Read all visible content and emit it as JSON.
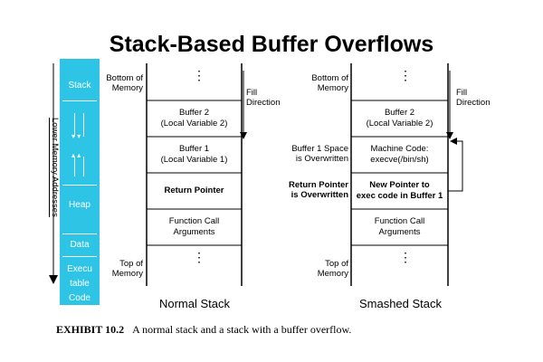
{
  "title": "Stack-Based Buffer Overflows",
  "memory_map": {
    "segments": [
      "Stack",
      "Heap",
      "Data",
      "Executable Code"
    ],
    "exec_lines": [
      "Execu",
      "table",
      "Code"
    ],
    "side_label": "Lower Memory Addresses"
  },
  "normal_stack": {
    "caption": "Normal Stack",
    "bottom_label": [
      "Bottom of",
      "Memory"
    ],
    "top_label": [
      "Top of",
      "Memory"
    ],
    "fill_direction": [
      "Fill",
      "Direction"
    ],
    "cells": [
      {
        "lines": [
          "Buffer 2",
          "(Local Variable 2)"
        ],
        "bold": false
      },
      {
        "lines": [
          "Buffer 1",
          "(Local Variable 1)"
        ],
        "bold": false
      },
      {
        "lines": [
          "Return Pointer"
        ],
        "bold": true
      },
      {
        "lines": [
          "Function Call",
          "Arguments"
        ],
        "bold": false
      }
    ],
    "dots": "⋮"
  },
  "smashed_stack": {
    "caption": "Smashed Stack",
    "bottom_label": [
      "Bottom of",
      "Memory"
    ],
    "top_label": [
      "Top of",
      "Memory"
    ],
    "fill_direction": [
      "Fill",
      "Direction"
    ],
    "side_labels": [
      {
        "lines": [
          "Buffer 1 Space",
          "is Overwritten"
        ],
        "bold": false
      },
      {
        "lines": [
          "Return Pointer",
          "is Overwritten"
        ],
        "bold": true
      }
    ],
    "cells": [
      {
        "lines": [
          "Buffer 2",
          "(Local Variable 2)"
        ],
        "bold": false
      },
      {
        "lines": [
          "Machine Code:",
          "execve(/bin/sh)"
        ],
        "bold": false
      },
      {
        "lines": [
          "New Pointer to",
          "exec code in Buffer 1"
        ],
        "bold": true
      },
      {
        "lines": [
          "Function Call",
          "Arguments"
        ],
        "bold": false
      }
    ],
    "dots": "⋮"
  },
  "exhibit": {
    "label": "EXHIBIT 10.2",
    "text": "A normal stack and a stack with a buffer overflow."
  },
  "colors": {
    "memory_column": "#2ec4e6",
    "line": "#000000"
  }
}
